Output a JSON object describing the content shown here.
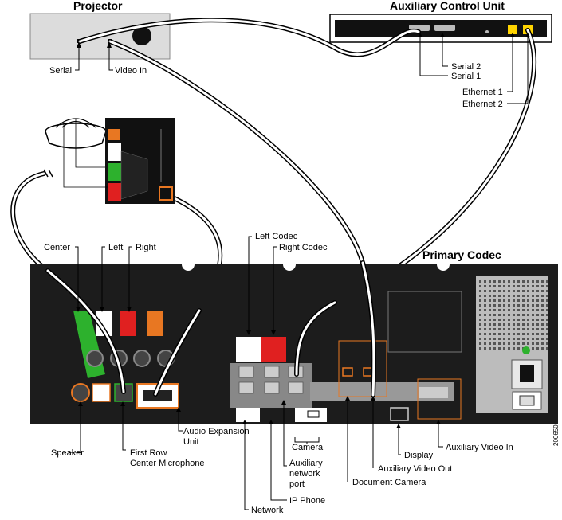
{
  "titles": {
    "projector": "Projector",
    "acu": "Auxiliary Control Unit",
    "codec": "Primary Codec"
  },
  "labels": {
    "serial": "Serial",
    "video_in": "Video In",
    "serial2": "Serial 2",
    "serial1": "Serial 1",
    "ethernet1": "Ethernet 1",
    "ethernet2": "Ethernet 2",
    "center": "Center",
    "left": "Left",
    "right": "Right",
    "left_codec": "Left Codec",
    "right_codec": "Right Codec",
    "speaker": "Speaker",
    "first_row_1": "First Row",
    "first_row_2": "Center Microphone",
    "aeu_1": "Audio Expansion",
    "aeu_2": "Unit",
    "camera": "Camera",
    "aux_net_1": "Auxiliary",
    "aux_net_2": "network",
    "aux_net_3": "port",
    "ip_phone": "IP Phone",
    "network": "Network",
    "document_camera": "Document Camera",
    "aux_video_out": "Auxiliary Video Out",
    "display": "Display",
    "aux_video_in": "Auxiliary Video In",
    "figure_id": "200650"
  },
  "colors": {
    "panel": "#1c1c1c",
    "green": "#2db12d",
    "red": "#e02020",
    "orange": "#e87722",
    "white": "#ffffff",
    "gray": "#d9d9d9"
  }
}
